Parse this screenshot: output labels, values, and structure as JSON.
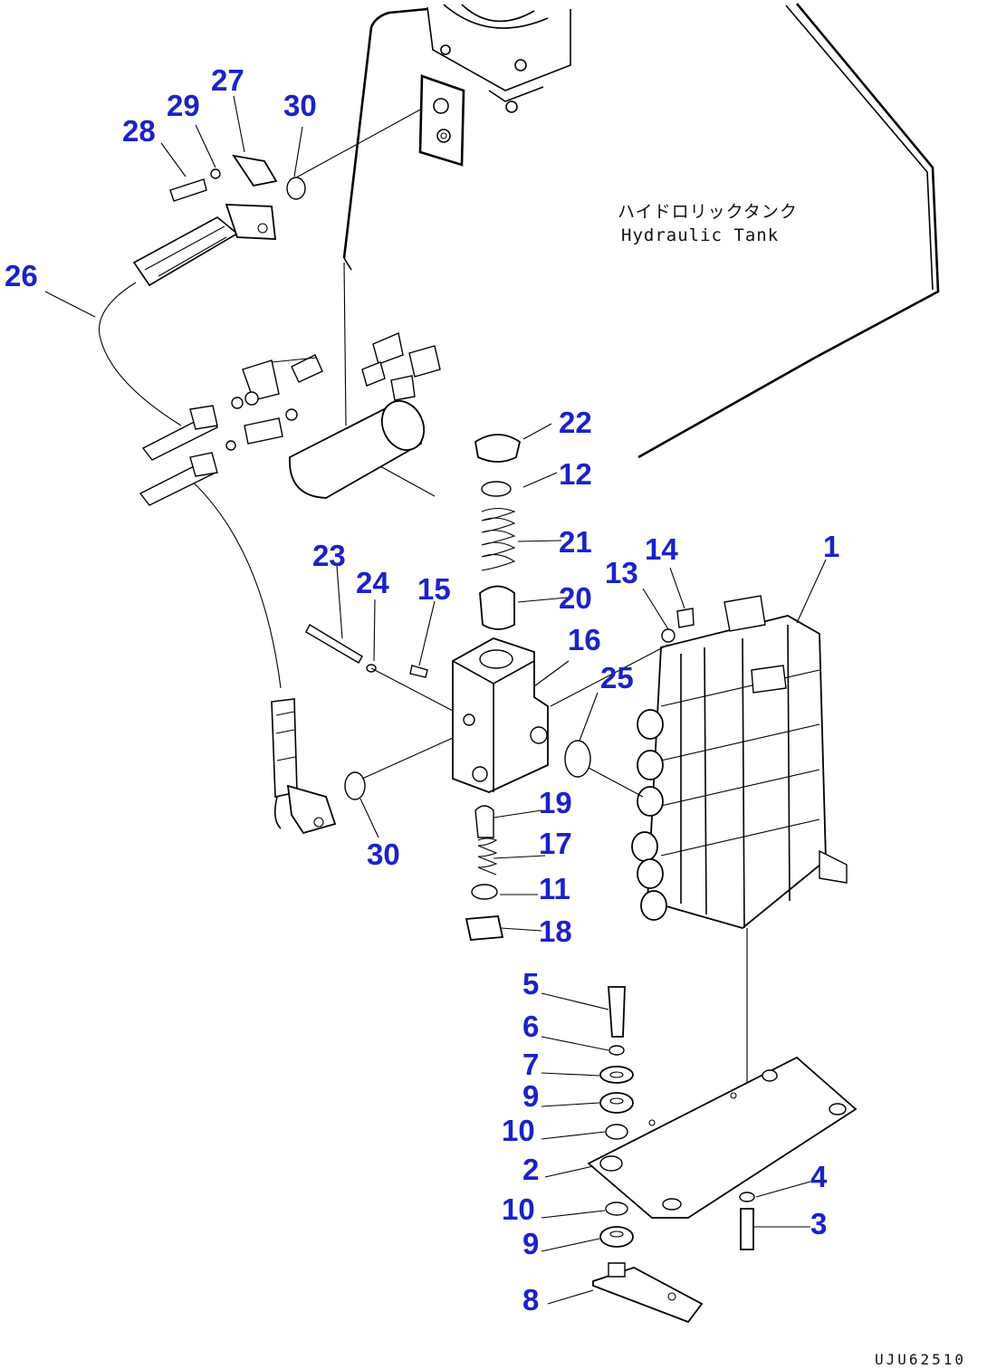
{
  "tank_label": {
    "japanese": "ハイドロリックタンク",
    "english": "Hydraulic Tank"
  },
  "drawing_number": "UJU62510",
  "callouts": {
    "c1": "1",
    "c2": "2",
    "c3": "3",
    "c4": "4",
    "c5": "5",
    "c6": "6",
    "c7": "7",
    "c8": "8",
    "c9a": "9",
    "c9b": "9",
    "c10a": "10",
    "c10b": "10",
    "c11": "11",
    "c12": "12",
    "c13": "13",
    "c14": "14",
    "c15": "15",
    "c16": "16",
    "c17": "17",
    "c18": "18",
    "c19": "19",
    "c20": "20",
    "c21": "21",
    "c22": "22",
    "c23": "23",
    "c24": "24",
    "c25": "25",
    "c26": "26",
    "c27": "27",
    "c28": "28",
    "c29": "29",
    "c30a": "30",
    "c30b": "30"
  },
  "colors": {
    "callout": "#1a22c8",
    "line": "#000000",
    "background": "#ffffff"
  }
}
